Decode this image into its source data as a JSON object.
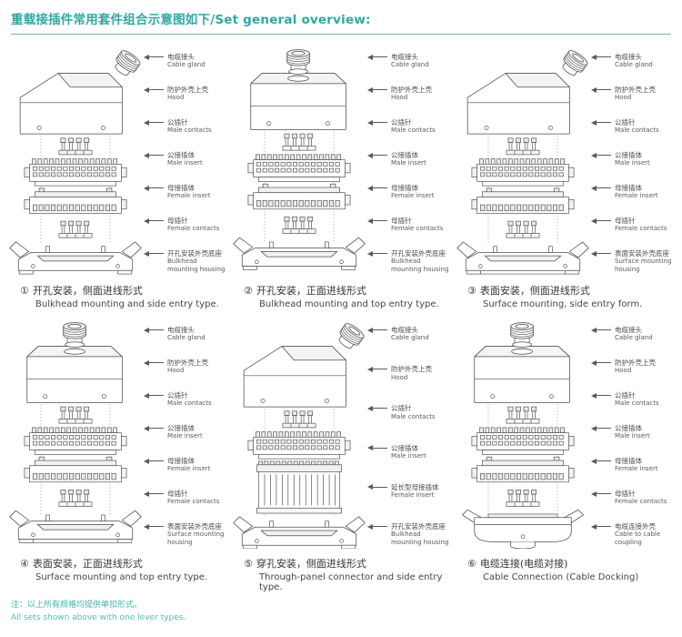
{
  "page": {
    "title": "重载接插件常用套件组合示意图如下/Set general overview:",
    "note_zh": "注：以上所有规格均提供单扣形式。",
    "note_en": "All sets shown above with one lever types.",
    "accent_color": "#2EA9A1"
  },
  "panels": [
    {
      "number": "①",
      "caption_zh": "开孔安装，侧面进线形式",
      "caption_en": "Bulkhead mounting and side entry type.",
      "drawing": {
        "gland": "side",
        "base": "bulkhead",
        "female": "standard"
      },
      "labels": [
        {
          "zh": "电缆接头",
          "en": "Cable gland"
        },
        {
          "zh": "防护外壳上壳",
          "en": "Hood"
        },
        {
          "zh": "公插针",
          "en": "Male contacts"
        },
        {
          "zh": "公接插体",
          "en": "Male insert"
        },
        {
          "zh": "母接插体",
          "en": "Female insert"
        },
        {
          "zh": "母插针",
          "en": "Female contacts"
        },
        {
          "zh": "开孔安装外壳底座",
          "en": "Bulkhead mounting housing"
        }
      ]
    },
    {
      "number": "②",
      "caption_zh": "开孔安装，正面进线形式",
      "caption_en": "Bulkhead mounting and top entry type.",
      "drawing": {
        "gland": "top",
        "base": "bulkhead",
        "female": "standard"
      },
      "labels": [
        {
          "zh": "电缆接头",
          "en": "Cable gland"
        },
        {
          "zh": "防护外壳上壳",
          "en": "Hood"
        },
        {
          "zh": "公插针",
          "en": "Male contacts"
        },
        {
          "zh": "公接插体",
          "en": "Male insert"
        },
        {
          "zh": "母接插体",
          "en": "Female insert"
        },
        {
          "zh": "母插针",
          "en": "Female contacts"
        },
        {
          "zh": "开孔安装外壳底座",
          "en": "Bulkhead mounting housing"
        }
      ]
    },
    {
      "number": "③",
      "caption_zh": "表面安装，侧面进线形式",
      "caption_en": "Surface mounting, side entry form.",
      "drawing": {
        "gland": "side",
        "base": "surface",
        "female": "standard"
      },
      "labels": [
        {
          "zh": "电缆接头",
          "en": "Cable gland"
        },
        {
          "zh": "防护外壳上壳",
          "en": "Hood"
        },
        {
          "zh": "公插针",
          "en": "Male contacts"
        },
        {
          "zh": "公接插体",
          "en": "Male insert"
        },
        {
          "zh": "母接插体",
          "en": "Female insert"
        },
        {
          "zh": "母插针",
          "en": "Female contacts"
        },
        {
          "zh": "表面安装外壳底座",
          "en": "Surface mounting housing"
        }
      ]
    },
    {
      "number": "④",
      "caption_zh": "表面安装，正面进线形式",
      "caption_en": "Surface mounting and top entry type.",
      "drawing": {
        "gland": "top",
        "base": "surface",
        "female": "standard"
      },
      "labels": [
        {
          "zh": "电缆接头",
          "en": "Cable gland"
        },
        {
          "zh": "防护外壳上壳",
          "en": "Hood"
        },
        {
          "zh": "公插针",
          "en": "Male contacts"
        },
        {
          "zh": "公接插体",
          "en": "Male insert"
        },
        {
          "zh": "母接插体",
          "en": "Female insert"
        },
        {
          "zh": "母插针",
          "en": "Female contacts"
        },
        {
          "zh": "表面安装外壳底座",
          "en": "Surface mounting housing"
        }
      ]
    },
    {
      "number": "⑤",
      "caption_zh": "穿孔安装，侧面进线形式",
      "caption_en": "Through-panel connector and side entry type.",
      "drawing": {
        "gland": "side",
        "base": "bulkhead",
        "female": "extended"
      },
      "labels": [
        {
          "zh": "电缆接头",
          "en": "Cable gland"
        },
        {
          "zh": "防护外壳上壳",
          "en": "Hood"
        },
        {
          "zh": "公插针",
          "en": "Male contacts"
        },
        {
          "zh": "公接插体",
          "en": "Male insert"
        },
        {
          "zh": "延长型母接插体",
          "en": "Female insert"
        },
        {
          "zh": "开孔安装外壳底座",
          "en": "Bulkhead mounting housing"
        }
      ]
    },
    {
      "number": "⑥",
      "caption_zh": "电缆连接(电缆对接)",
      "caption_en": "Cable Connection (Cable Docking)",
      "drawing": {
        "gland": "top",
        "base": "coupling",
        "female": "standard"
      },
      "labels": [
        {
          "zh": "电缆接头",
          "en": "Cable gland"
        },
        {
          "zh": "防护外壳上壳",
          "en": "Hood"
        },
        {
          "zh": "公插针",
          "en": "Male contacts"
        },
        {
          "zh": "公接插体",
          "en": "Male insert"
        },
        {
          "zh": "母接插体",
          "en": "Female insert"
        },
        {
          "zh": "母插针",
          "en": "Female contacts"
        },
        {
          "zh": "电缆连接外壳",
          "en": "Cable to cable coupling"
        }
      ]
    }
  ]
}
